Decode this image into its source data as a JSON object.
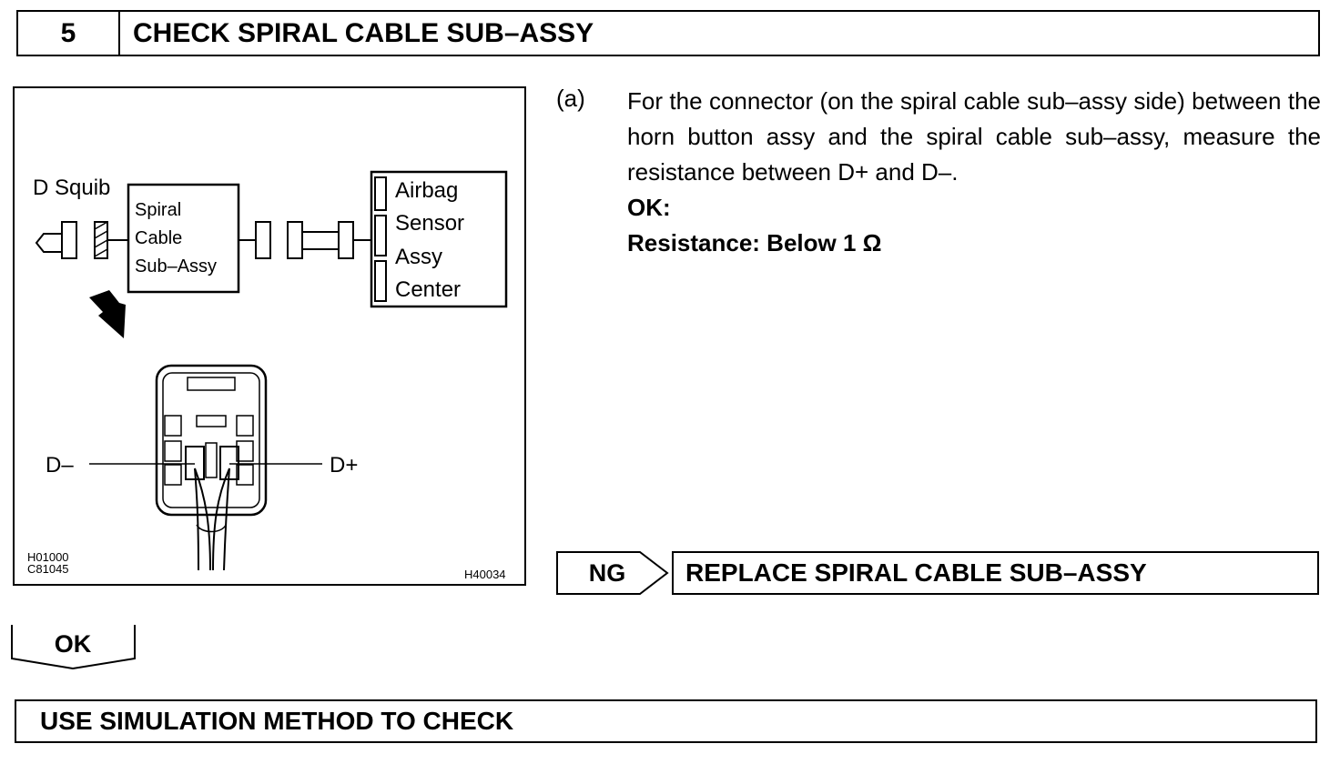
{
  "step": {
    "number": "5",
    "title": "CHECK SPIRAL CABLE SUB–ASSY"
  },
  "figure": {
    "label_d_squib": "D Squib",
    "spiral_cable_lines": [
      "Spiral",
      "Cable",
      "Sub–Assy"
    ],
    "airbag_lines": [
      "Airbag",
      "Sensor",
      "Assy",
      "Center"
    ],
    "label_d_minus": "D–",
    "label_d_plus": "D+",
    "code_left_1": "H01000",
    "code_left_2": "C81045",
    "code_right": "H40034"
  },
  "instruction": {
    "marker": "(a)",
    "text": "For the connector (on the spiral cable sub–assy side) between the horn button assy and the spiral cable sub–assy, measure the resistance between D+ and D–.",
    "ok_label": "OK:",
    "spec": "Resistance: Below 1 Ω"
  },
  "ng_branch": {
    "tag": "NG",
    "result": "REPLACE SPIRAL CABLE SUB–ASSY"
  },
  "ok_branch": {
    "tag": "OK"
  },
  "final": {
    "text": "USE SIMULATION METHOD TO CHECK"
  }
}
